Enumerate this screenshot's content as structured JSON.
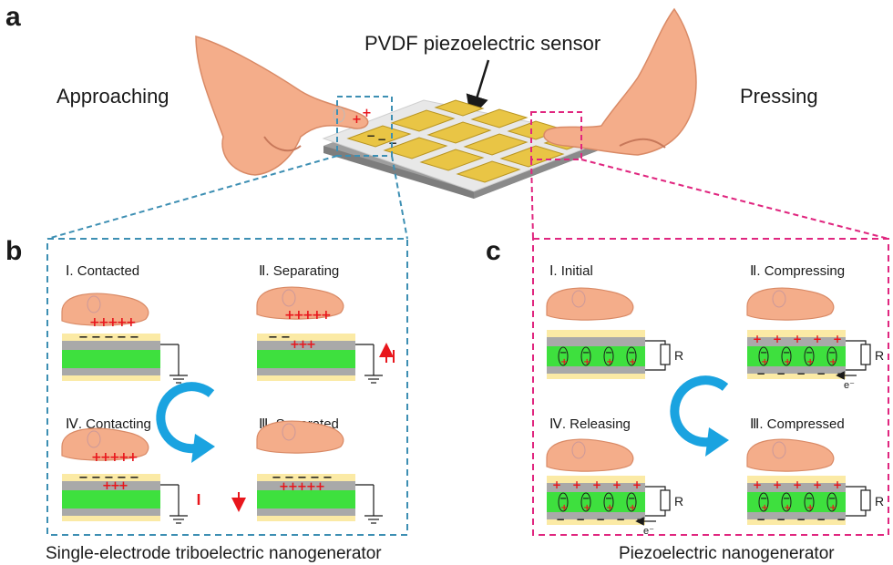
{
  "panel_a": {
    "letter": "a",
    "sensor_label": "PVDF piezoelectric sensor",
    "left_action": "Approaching",
    "right_action": "Pressing"
  },
  "panel_b": {
    "letter": "b",
    "caption": "Single-electrode triboelectric nanogenerator",
    "stages": [
      {
        "label": "Ⅰ. Contacted"
      },
      {
        "label": "Ⅱ. Separating"
      },
      {
        "label": "Ⅳ. Contacting"
      },
      {
        "label": "Ⅲ. Separated"
      }
    ]
  },
  "panel_c": {
    "letter": "c",
    "caption": "Piezoelectric nanogenerator",
    "stages": [
      {
        "label": "Ⅰ. Initial"
      },
      {
        "label": "Ⅱ. Compressing"
      },
      {
        "label": "Ⅳ. Releasing"
      },
      {
        "label": "Ⅲ. Compressed"
      }
    ],
    "resistor_label": "R",
    "electron_label": "e⁻"
  },
  "charge": {
    "plus": "+",
    "minus": "−"
  },
  "colors": {
    "blue_frame": "#3d8fb3",
    "pink_frame": "#e0267f",
    "skin": "#f4ad8a",
    "skin_shadow": "#d98a66",
    "yellow_layer": "#fbeaa5",
    "gray_layer": "#a9a9a9",
    "green_layer": "#3ee03e",
    "cycle_arrow": "#1aa3e0",
    "charge_red": "#e8161c",
    "pad_gold": "#e9c545"
  }
}
